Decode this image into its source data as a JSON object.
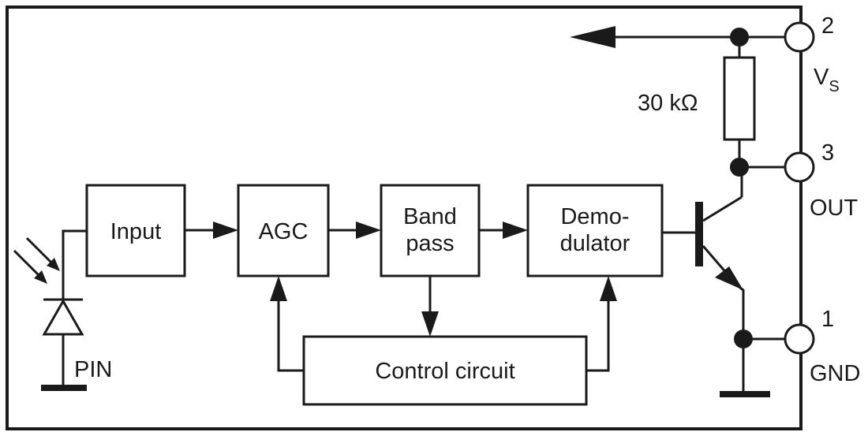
{
  "blocks": {
    "input": "Input",
    "agc": "AGC",
    "bandpass_line1": "Band",
    "bandpass_line2": "pass",
    "demod_line1": "Demo-",
    "demod_line2": "dulator",
    "control": "Control circuit"
  },
  "components": {
    "resistor_value": "30 kΩ",
    "photodiode_label": "PIN"
  },
  "pins": {
    "vs_number": "2",
    "vs_name": "V",
    "vs_subscript": "S",
    "out_number": "3",
    "out_name": "OUT",
    "gnd_number": "1",
    "gnd_name": "GND"
  }
}
